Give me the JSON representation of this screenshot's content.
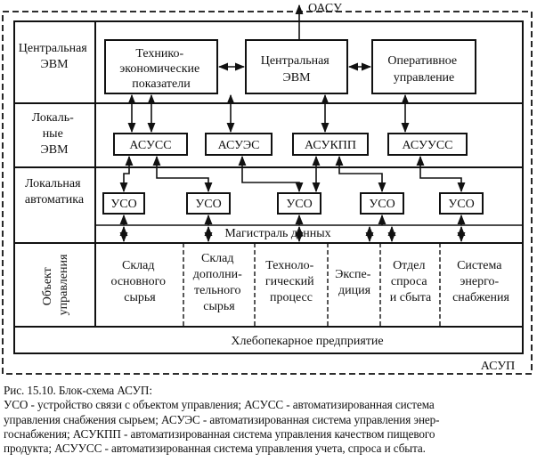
{
  "top_output": "ОАСУ",
  "asup_label": "АСУП",
  "levels": {
    "central": [
      "Центральная",
      "ЭВМ"
    ],
    "local_computers": [
      "Локаль-",
      "ные",
      "ЭВМ"
    ],
    "local_automation": [
      "Локальная",
      "автоматика"
    ],
    "object": [
      "Объект",
      "управления"
    ]
  },
  "top_boxes": {
    "tech_econ": [
      "Технико-",
      "экономические",
      "показатели"
    ],
    "central_computer": [
      "Центральная",
      "ЭВМ"
    ],
    "operational": [
      "Оперативное",
      "управление"
    ]
  },
  "asu_boxes": [
    "АСУСС",
    "АСУЭС",
    "АСУКПП",
    "АСУУСС"
  ],
  "uso_label": "УСО",
  "data_bus": "Магистраль данных",
  "object_units": {
    "raw_store": [
      "Склад",
      "основного",
      "сырья"
    ],
    "extra_store": [
      "Склад",
      "дополни-",
      "тельного",
      "сырья"
    ],
    "tech_process": [
      "Техноло-",
      "гический",
      "процесс"
    ],
    "expedition": [
      "Экспе-",
      "диция"
    ],
    "demand_dept": [
      "Отдел",
      "спроса",
      "и сбыта"
    ],
    "energy_system": [
      "Система",
      "энерго-",
      "снабжения"
    ]
  },
  "enterprise": "Хлебопекарное предприятие",
  "caption": {
    "line1": "Рис. 15.10. Блок-схема АСУП:",
    "line2": "УСО - устройство связи с объектом управления; АСУСС - автоматизированная система",
    "line3": "управления снабжения сырьем; АСУЭС - автоматизированная система управления энер-",
    "line4": "госнабжения; АСУКПП - автоматизированная система управления качеством пищевого",
    "line5": "продукта; АСУУСС - автоматизированная система управления учета, спроса и сбыта."
  }
}
